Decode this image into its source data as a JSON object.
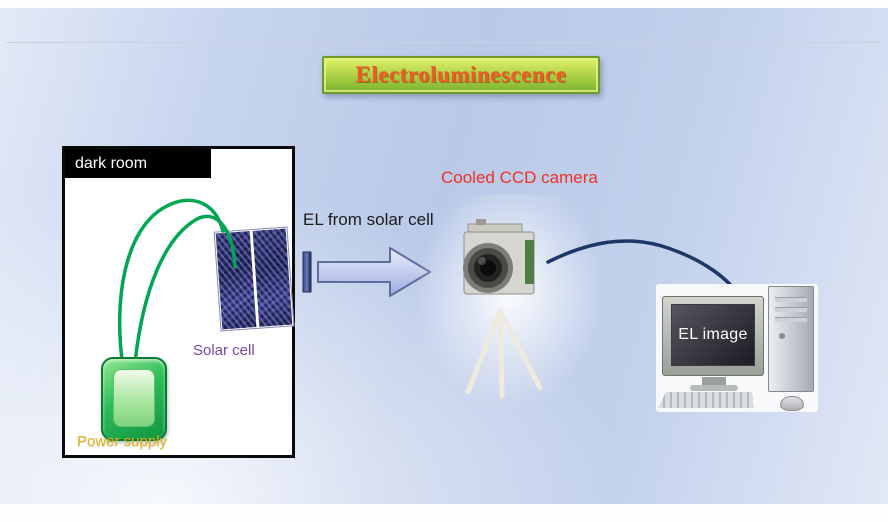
{
  "slide": {
    "title": "Electroluminescence"
  },
  "dark_room": {
    "label": "dark room",
    "solar_cell_label": "Solar cell",
    "power_supply_label": "Power supply"
  },
  "flow": {
    "arrow_label": "EL from solar cell",
    "camera_label": "Cooled CCD camera",
    "screen_label": "EL image"
  },
  "colors": {
    "title_text": "#f05a28",
    "title_bg_top": "#e0f06a",
    "title_bg_bottom": "#7cb334",
    "camera_label": "#ee3124",
    "solar_cell_label": "#7446a8",
    "power_supply_label": "#dfb31f",
    "wire_green": "#00a651",
    "cable_navy": "#1d3766",
    "arrow_fill_light": "#dfe4f5",
    "arrow_fill_dark": "#aab6e2",
    "arrow_border": "#5f6c9e",
    "background_blue": "#b9c9e7"
  }
}
